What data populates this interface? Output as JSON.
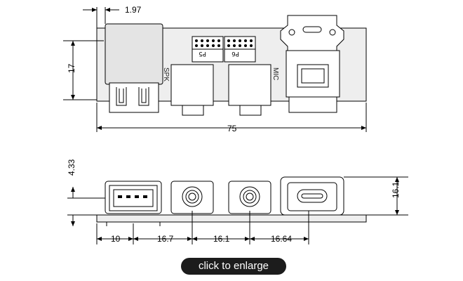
{
  "top_view": {
    "dim_top": "1.97",
    "dim_height": "17",
    "dim_width": "75",
    "header_p5": "P5",
    "header_p6": "P6",
    "label_spk": "SPK",
    "label_mic": "MIC"
  },
  "front_view": {
    "dim_offset": "4.33",
    "dim_height": "16.1",
    "dim_usb_pos": "10",
    "dim_spk_spacing": "16.7",
    "dim_mic_spacing": "16.1",
    "dim_usbc_spacing": "16.64"
  },
  "button": {
    "label": "click to enlarge"
  }
}
